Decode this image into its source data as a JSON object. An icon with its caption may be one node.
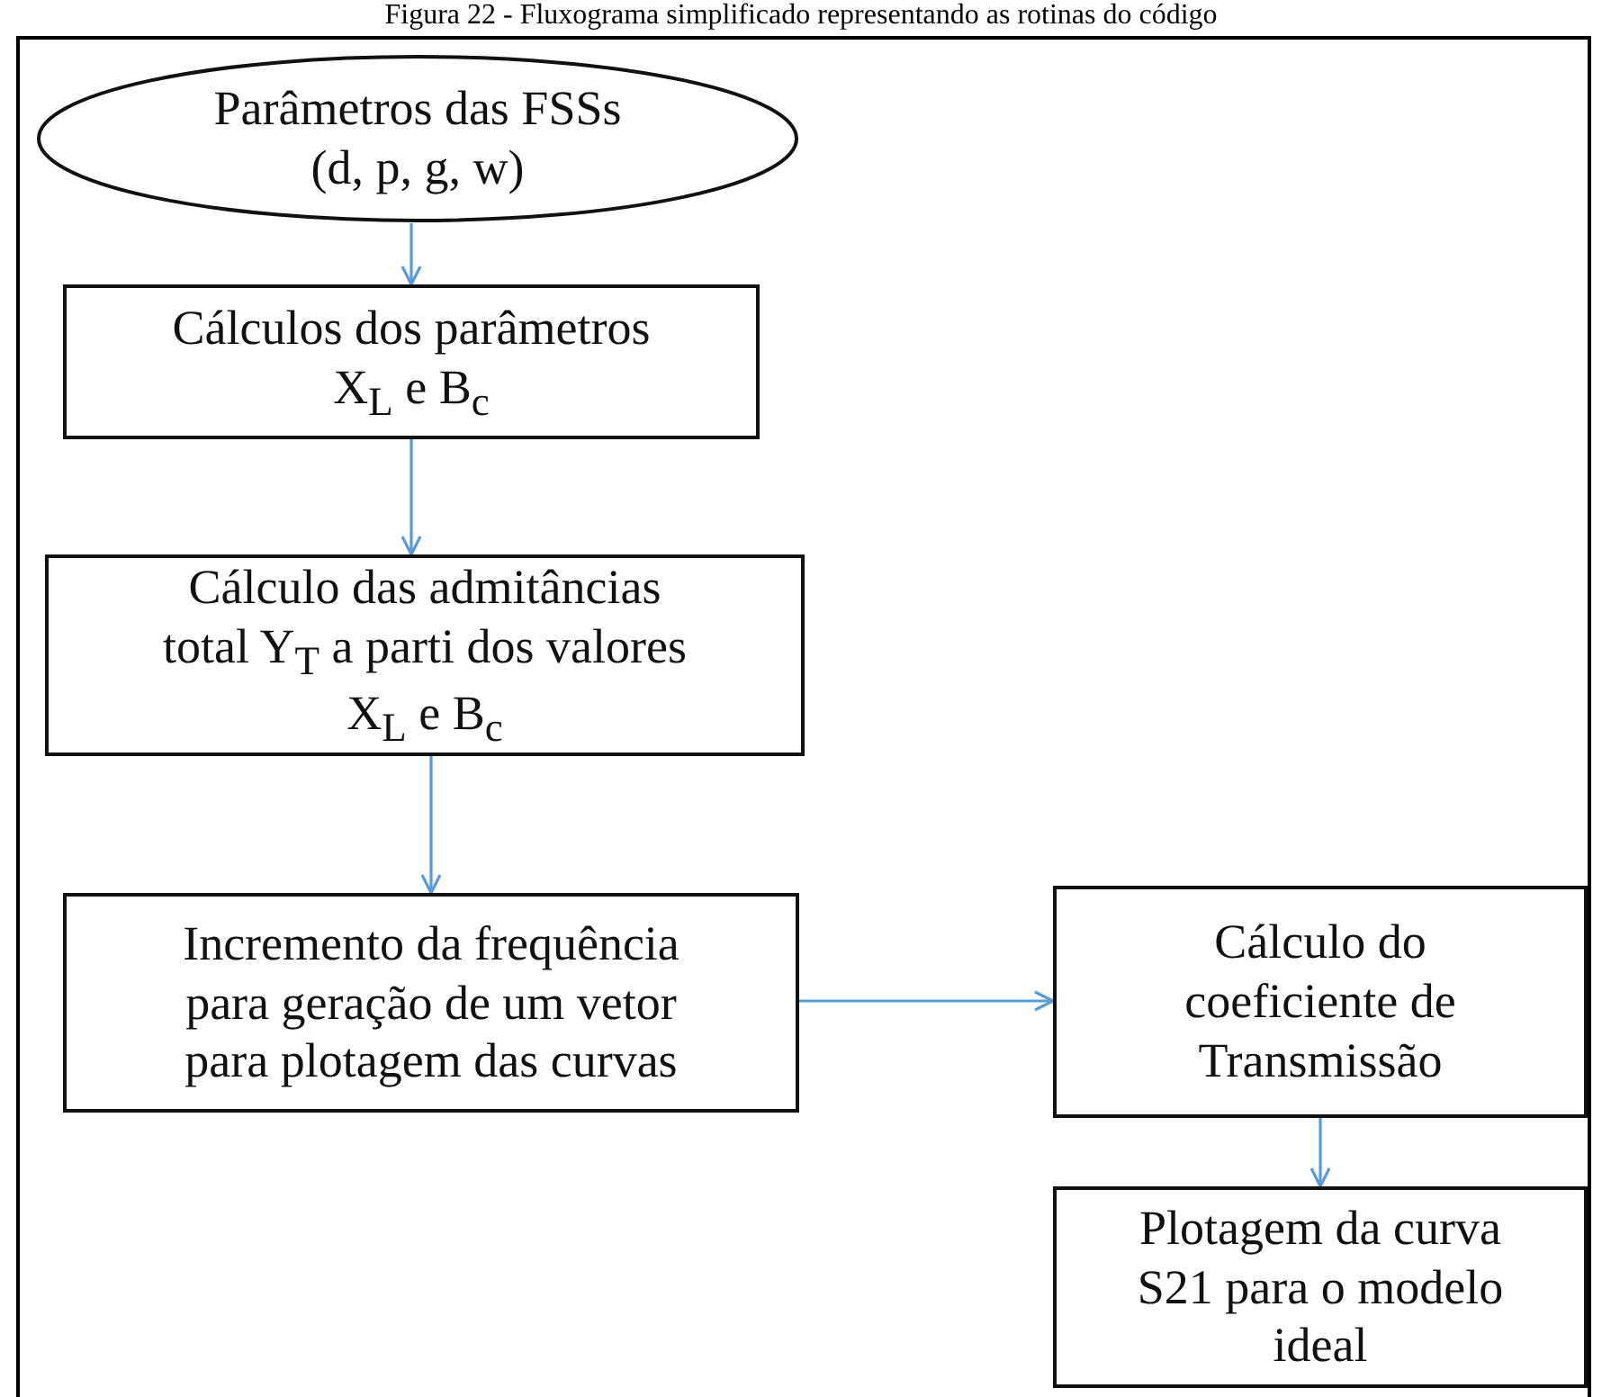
{
  "diagram": {
    "title": "Figura 22 - Fluxograma simplificado representando as rotinas do código",
    "nodes": [
      {
        "text": [
          "Parâmetros das FSSs (d, p, g, w)"
        ]
      },
      {
        "text": [
          "Cálculos dos parâmetros X$_{L}$ e B$_{c}$"
        ]
      },
      {
        "text": [
          "Cálculo das admitâncias total Y$_{T}$ a parti dos valores X$_{L}$ e B$_{c}$"
        ]
      },
      {
        "text": [
          "Incremento da frequência para geração de um vetor para plotagem das curvas"
        ]
      },
      {
        "text": [
          "Cálculo do coeficiente de Transmissão"
        ]
      },
      {
        "text": [
          "Plotagem da curva S21 para o modelo ideal"
        ]
      }
    ],
    "edges": [
      {
        "from": 0,
        "to": 1,
        "arrow": "to"
      },
      {
        "from": 1,
        "to": 2,
        "arrow": "to"
      },
      {
        "from": 2,
        "to": 3,
        "arrow": "to"
      },
      {
        "from": 3,
        "to": 4,
        "arrow": "to"
      },
      {
        "from": 4,
        "to": 5,
        "arrow": "to"
      }
    ]
  }
}
